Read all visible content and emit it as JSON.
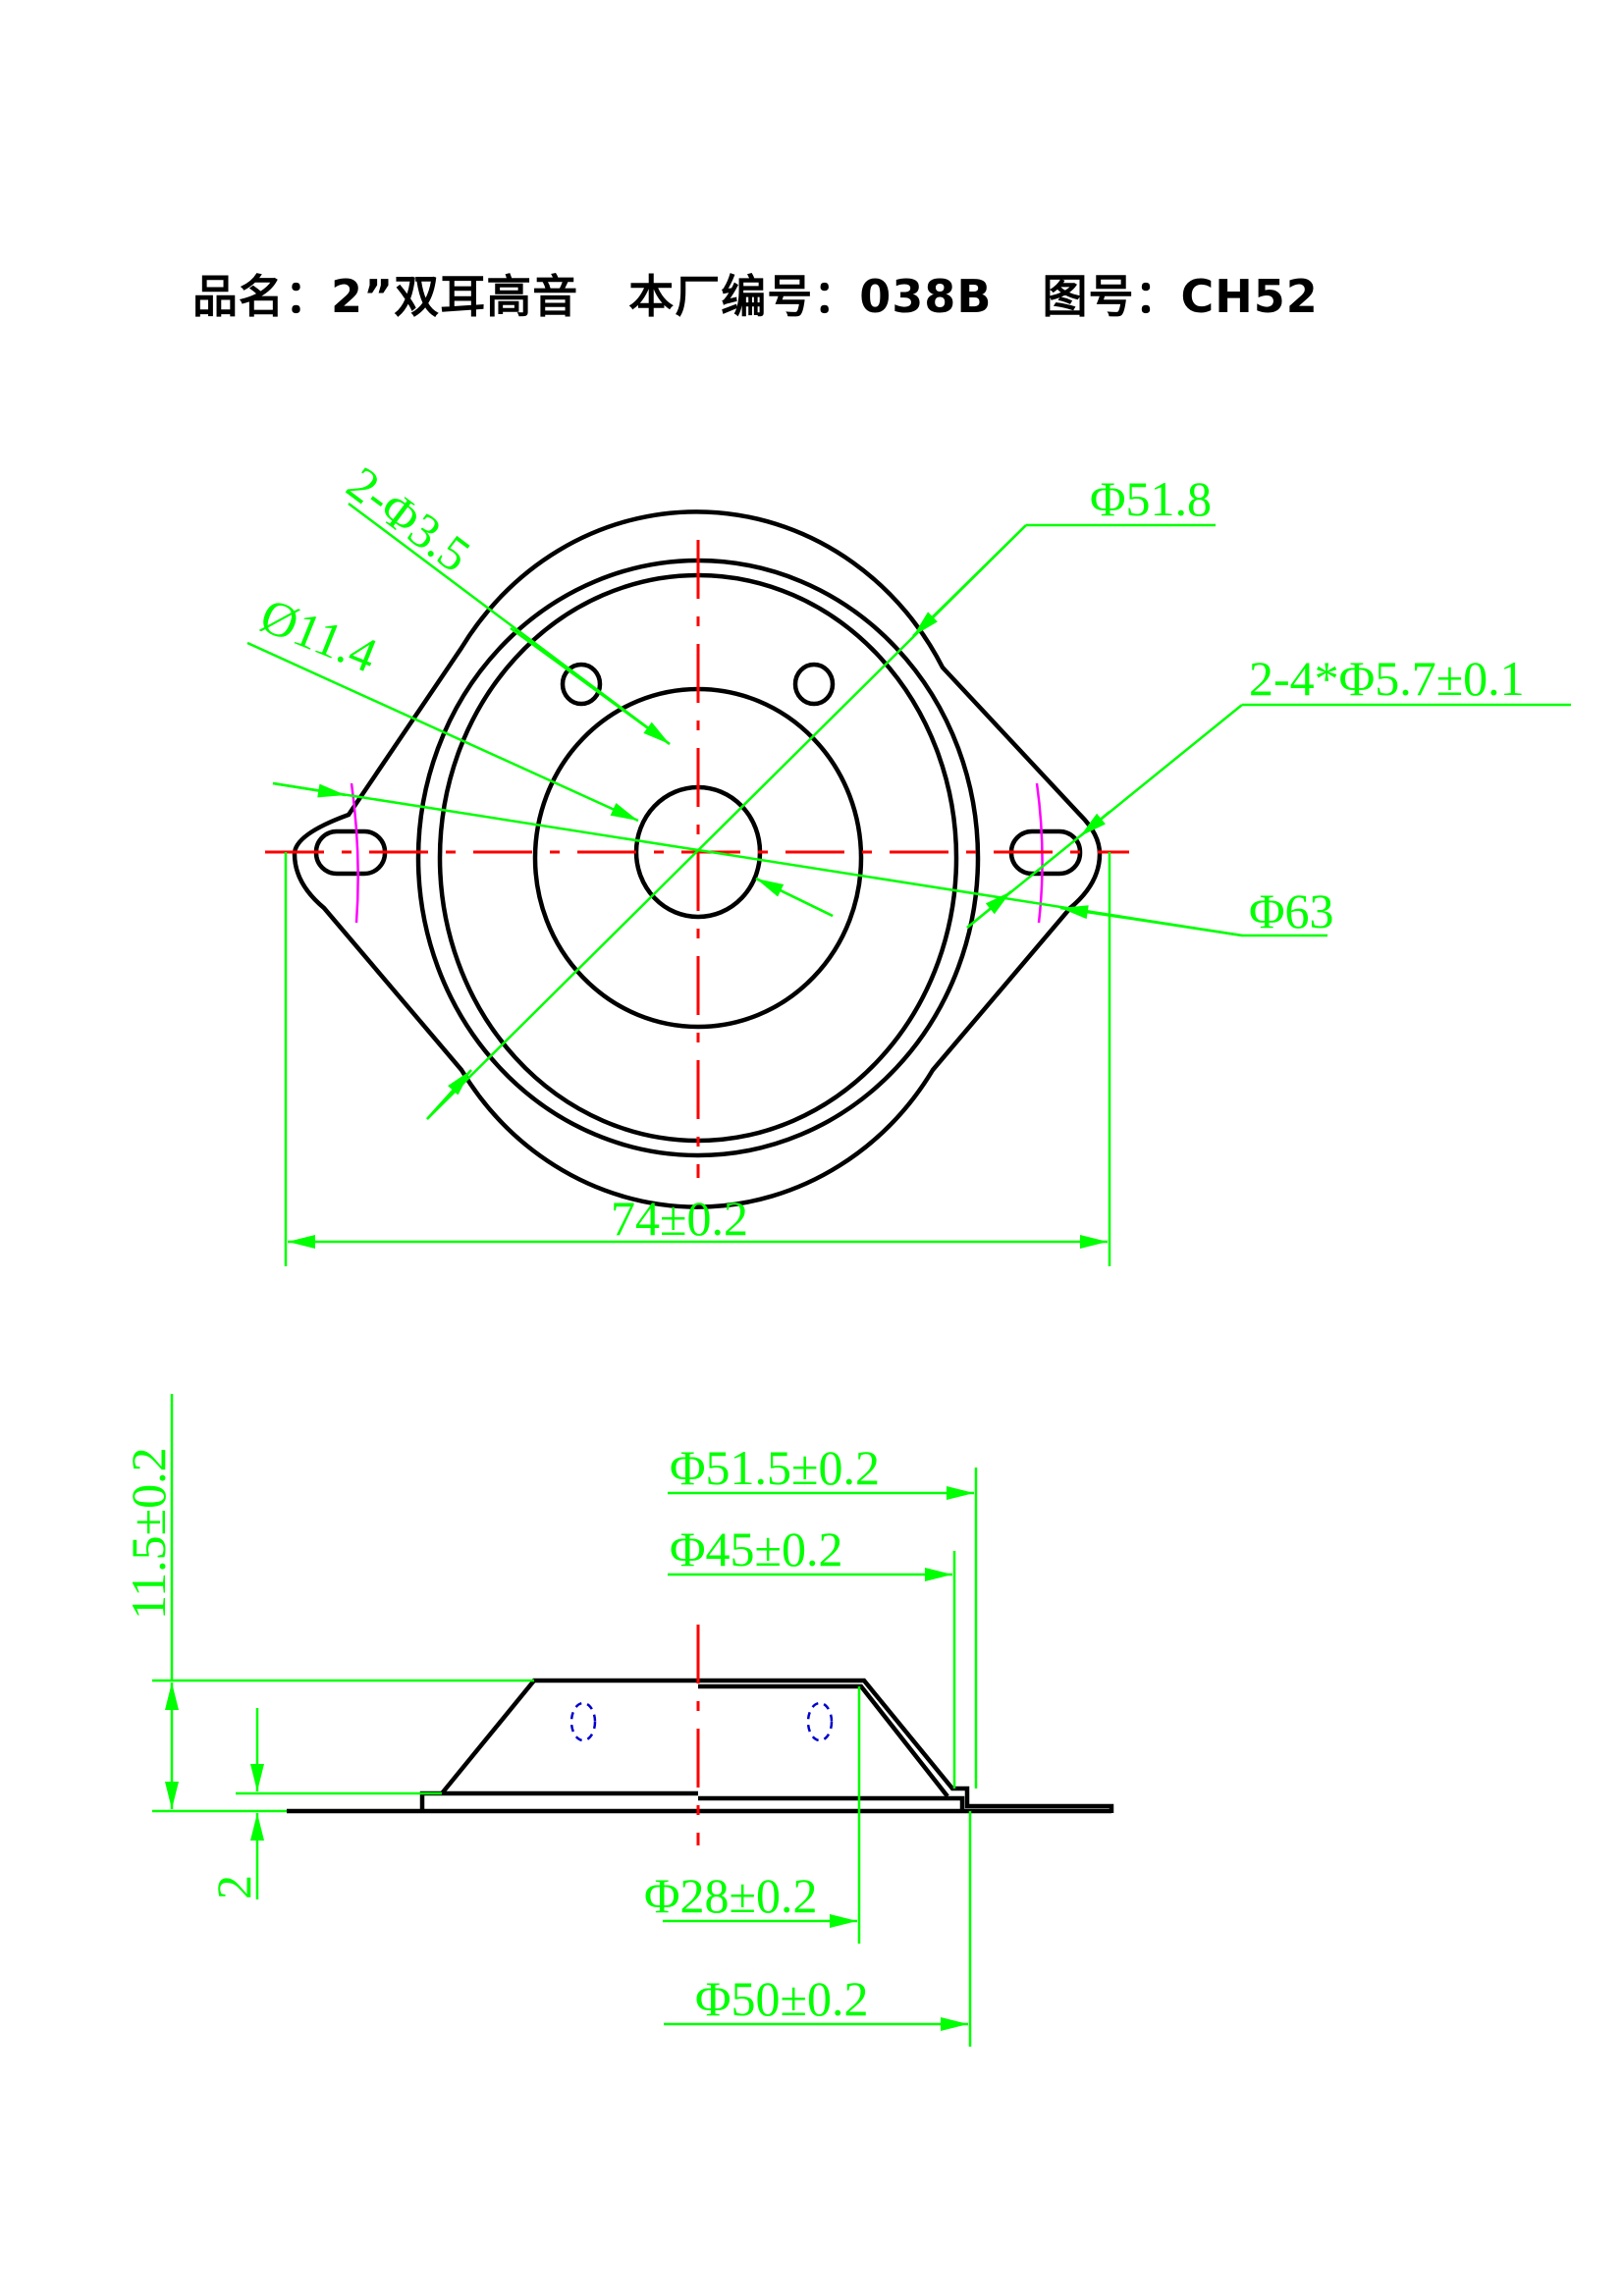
{
  "header": {
    "product_label": "品名：",
    "product_name": "2”双耳高音",
    "factory_no_label": "本厂编号：",
    "factory_no": "038B",
    "drawing_no_label": "图号：",
    "drawing_no": "CH52"
  },
  "top_view": {
    "dims": {
      "mounting_holes": "2-Φ3.5",
      "inner_dia": "Ø11.4",
      "outer_ring_dia": "Φ51.8",
      "ear_slots": "2-4*Φ5.7±0.1",
      "hole_pitch": "Φ63",
      "overall_width": "74±0.2"
    }
  },
  "side_view": {
    "dims": {
      "top_dia": "Φ51.5±0.2",
      "step_dia": "Φ45±0.2",
      "height": "11.5±0.2",
      "base_thickness": "2",
      "dome_dia": "Φ28±0.2",
      "base_dia": "Φ50±0.2"
    }
  },
  "colors": {
    "outline": "#000000",
    "centerline": "#ff0000",
    "dimension": "#00ff00",
    "pitch_arc": "#ff00ff",
    "hidden": "#0000cc"
  }
}
